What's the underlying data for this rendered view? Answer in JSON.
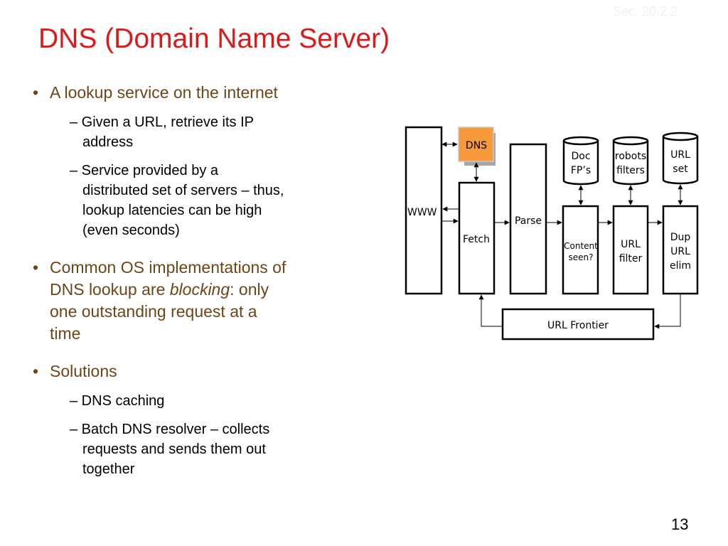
{
  "section_ref": "Sec. 20.2.2",
  "title": "DNS (Domain Name Server)",
  "bullets": [
    {
      "text": "A lookup service on the internet",
      "sub": [
        [
          "– Given a URL, retrieve its IP",
          "address"
        ],
        [
          "– Service provided by a",
          "distributed set of servers – thus,",
          "lookup latencies can be high",
          "(even seconds)"
        ]
      ]
    },
    {
      "lines": [
        "Common OS implementations of",
        "one outstanding request at a",
        "time"
      ],
      "line2_pre": "DNS lookup are ",
      "line2_em": "blocking",
      "line2_post": ": only"
    },
    {
      "text": "Solutions",
      "sub": [
        [
          "– DNS caching"
        ],
        [
          "– Batch DNS resolver – collects",
          "requests and sends them out",
          "together"
        ]
      ]
    }
  ],
  "diagram": {
    "www": "WWW",
    "dns": "DNS",
    "fetch": "Fetch",
    "parse": "Parse",
    "doc_fps": [
      "Doc",
      "FP’s"
    ],
    "robots_filters": [
      "robots",
      "filters"
    ],
    "url_set": [
      "URL",
      "set"
    ],
    "content_seen": [
      "Content",
      "seen?"
    ],
    "url_filter": [
      "URL",
      "filter"
    ],
    "dup_url_elim": [
      "Dup",
      "URL",
      "elim"
    ],
    "url_frontier": "URL Frontier",
    "colors": {
      "dns_fill": "#f79a3b",
      "dns_shadow": "#a6a6a6"
    }
  },
  "page_number": "13"
}
